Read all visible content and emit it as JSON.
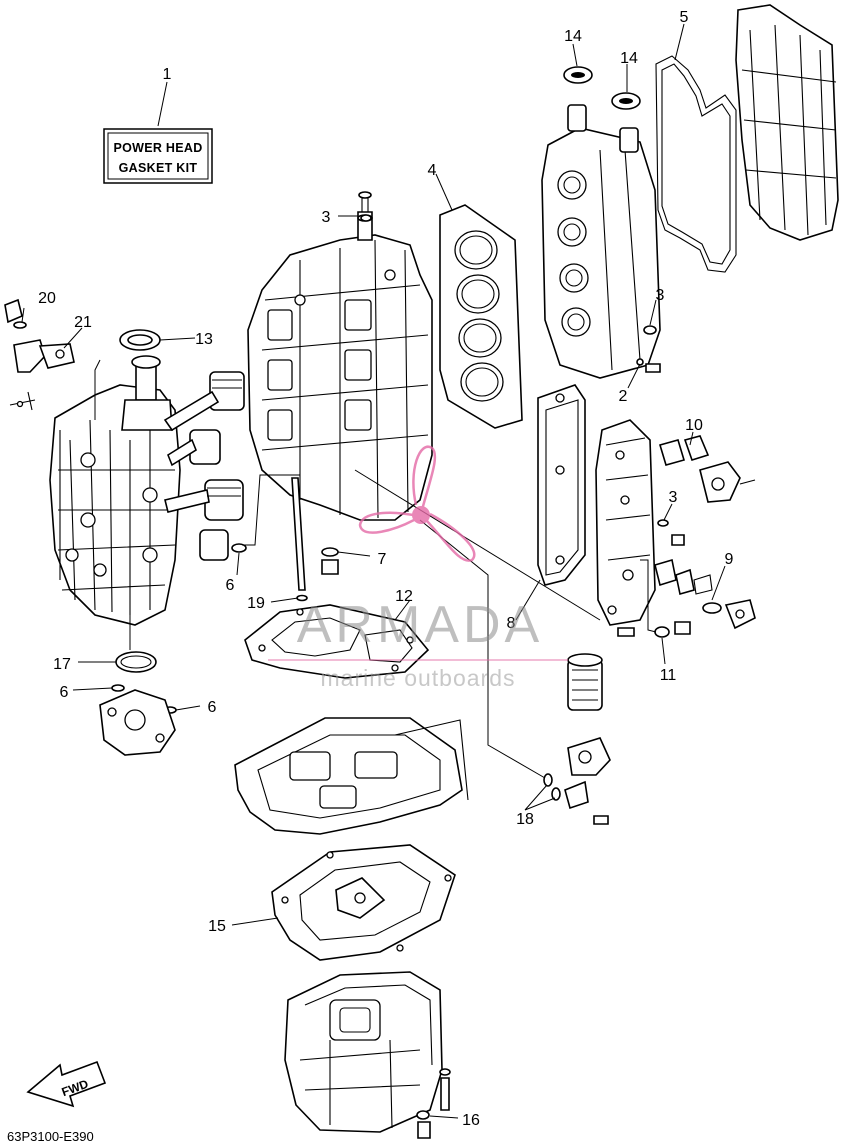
{
  "kit_label": {
    "line1": "POWER HEAD",
    "line2": "GASKET KIT"
  },
  "callouts": [
    {
      "id": "c1",
      "label": "1"
    },
    {
      "id": "c2",
      "label": "2"
    },
    {
      "id": "c3a",
      "label": "3"
    },
    {
      "id": "c3b",
      "label": "3"
    },
    {
      "id": "c3c",
      "label": "3"
    },
    {
      "id": "c4",
      "label": "4"
    },
    {
      "id": "c5",
      "label": "5"
    },
    {
      "id": "c6a",
      "label": "6"
    },
    {
      "id": "c6b",
      "label": "6"
    },
    {
      "id": "c6c",
      "label": "6"
    },
    {
      "id": "c7",
      "label": "7"
    },
    {
      "id": "c8",
      "label": "8"
    },
    {
      "id": "c9",
      "label": "9"
    },
    {
      "id": "c10",
      "label": "10"
    },
    {
      "id": "c11",
      "label": "11"
    },
    {
      "id": "c12",
      "label": "12"
    },
    {
      "id": "c13",
      "label": "13"
    },
    {
      "id": "c14a",
      "label": "14"
    },
    {
      "id": "c14b",
      "label": "14"
    },
    {
      "id": "c15",
      "label": "15"
    },
    {
      "id": "c16",
      "label": "16"
    },
    {
      "id": "c17",
      "label": "17"
    },
    {
      "id": "c18",
      "label": "18"
    },
    {
      "id": "c19",
      "label": "19"
    },
    {
      "id": "c20",
      "label": "20"
    },
    {
      "id": "c21",
      "label": "21"
    }
  ],
  "direction_label": "FWD",
  "diagram_code": "63P3100-E390",
  "watermark": {
    "brand": "ARMADA",
    "tagline": "marine outboards",
    "brand_color": "#e46aa6"
  }
}
